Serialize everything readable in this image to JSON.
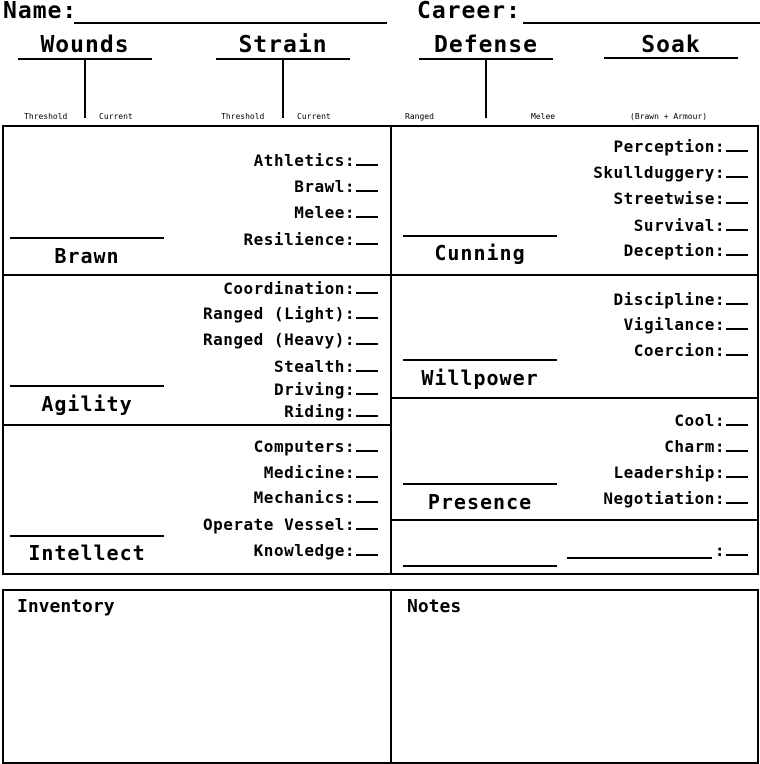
{
  "header": {
    "name_label": "Name:",
    "career_label": "Career:"
  },
  "stats": {
    "wounds": {
      "label": "Wounds",
      "left": "Threshold",
      "right": "Current"
    },
    "strain": {
      "label": "Strain",
      "left": "Threshold",
      "right": "Current"
    },
    "defense": {
      "label": "Defense",
      "left": "Ranged",
      "right": "Melee"
    },
    "soak": {
      "label": "Soak",
      "note": "(Brawn + Armour)"
    }
  },
  "characteristics": {
    "brawn": {
      "label": "Brawn",
      "skills": [
        "Athletics:",
        "Brawl:",
        "Melee:",
        "Resilience:"
      ]
    },
    "agility": {
      "label": "Agility",
      "skills": [
        "Coordination:",
        "Ranged (Light):",
        "Ranged (Heavy):",
        "Stealth:",
        "Driving:",
        "Riding:"
      ]
    },
    "intellect": {
      "label": "Intellect",
      "skills": [
        "Computers:",
        "Medicine:",
        "Mechanics:",
        "Operate Vessel:",
        "Knowledge:"
      ]
    },
    "cunning": {
      "label": "Cunning",
      "skills": [
        "Perception:",
        "Skullduggery:",
        "Streetwise:",
        "Survival:",
        "Deception:"
      ]
    },
    "willpower": {
      "label": "Willpower",
      "skills": [
        "Discipline:",
        "Vigilance:",
        "Coercion:"
      ]
    },
    "presence": {
      "label": "Presence",
      "skills": [
        "Cool:",
        "Charm:",
        "Leadership:",
        "Negotiation:"
      ]
    },
    "custom": {
      "skill": ":"
    }
  },
  "bottom": {
    "inventory_label": "Inventory",
    "notes_label": "Notes"
  }
}
